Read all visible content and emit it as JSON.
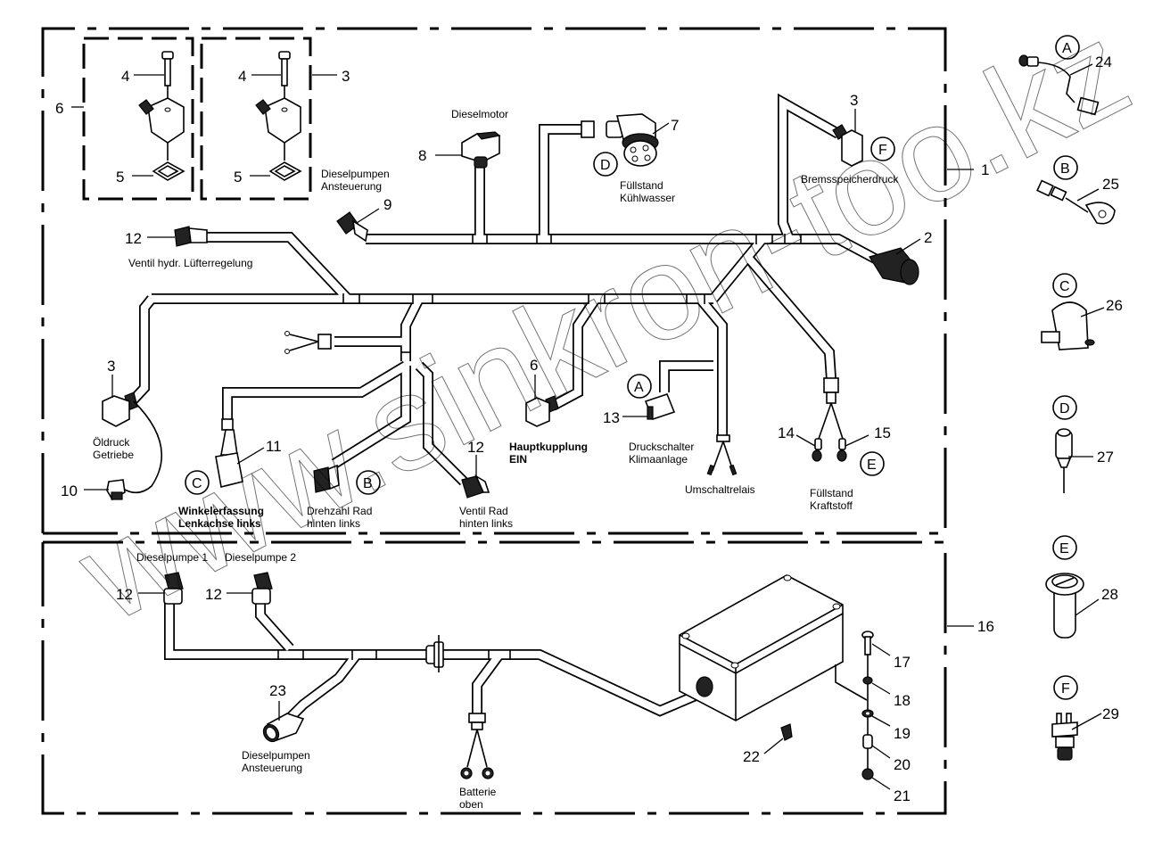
{
  "diagram": {
    "title": "Kabelbaum Dieselmotor",
    "watermark": "www.sinkron-too.kz",
    "groups": {
      "harness_main": "1",
      "harness_lower": "16",
      "valve_set_a": "6",
      "valve_set_b": "3"
    },
    "callouts": [
      {
        "n": "1",
        "label": ""
      },
      {
        "n": "2",
        "label": ""
      },
      {
        "n": "3",
        "label": "Bremsspeicherdruck",
        "ref": "F"
      },
      {
        "n": "3",
        "label": "Öldruck Getriebe"
      },
      {
        "n": "4",
        "label": ""
      },
      {
        "n": "5",
        "label": ""
      },
      {
        "n": "6",
        "label": "Hauptkupplung EIN"
      },
      {
        "n": "7",
        "label": "Füllstand Kühlwasser",
        "ref": "D"
      },
      {
        "n": "8",
        "label": "Dieselmotor"
      },
      {
        "n": "9",
        "label": "Dieselpumpen Ansteuerung"
      },
      {
        "n": "10",
        "label": ""
      },
      {
        "n": "11",
        "label": "Winkelerfassung Lenkachse links",
        "ref": "C"
      },
      {
        "n": "12",
        "label": "Ventil hydr. Lüfterregelung"
      },
      {
        "n": "12",
        "label": "Ventil Rad hinten links"
      },
      {
        "n": "12",
        "label": "Dieselpumpe 1"
      },
      {
        "n": "12",
        "label": "Dieselpumpe 2"
      },
      {
        "n": "13",
        "label": "Druckschalter Klimaanlage",
        "ref": "A"
      },
      {
        "n": "14",
        "label": "Füllstand Kraftstoff",
        "ref": "E"
      },
      {
        "n": "15",
        "label": "Füllstand Kraftstoff",
        "ref": "E"
      },
      {
        "n": "16",
        "label": ""
      },
      {
        "n": "17",
        "label": ""
      },
      {
        "n": "18",
        "label": ""
      },
      {
        "n": "19",
        "label": ""
      },
      {
        "n": "20",
        "label": ""
      },
      {
        "n": "21",
        "label": ""
      },
      {
        "n": "22",
        "label": ""
      },
      {
        "n": "23",
        "label": "Dieselpumpen Ansteuerung"
      },
      {
        "n": "24",
        "ref": "A"
      },
      {
        "n": "25",
        "ref": "B"
      },
      {
        "n": "26",
        "ref": "C"
      },
      {
        "n": "27",
        "ref": "D"
      },
      {
        "n": "28",
        "ref": "E"
      },
      {
        "n": "29",
        "ref": "F"
      }
    ],
    "labels": {
      "dieselmotor": "Dieselmotor",
      "dp_ansteuerung_1": "Dieselpumpen",
      "dp_ansteuerung_2": "Ansteuerung",
      "fuellstand": "Füllstand",
      "kuehlwasser": "Kühlwasser",
      "bremsspeicherdruck": "Bremsspeicherdruck",
      "ventil_luefter": "Ventil hydr. Lüfterregelung",
      "oeldruck": "Öldruck",
      "getriebe": "Getriebe",
      "winkel_1": "Winkelerfassung",
      "winkel_2": "Lenkachse links",
      "drehzahl_1": "Drehzahl Rad",
      "drehzahl_2": "hinten links",
      "ventil_rad_1": "Ventil Rad",
      "ventil_rad_2": "hinten links",
      "hauptkupplung_1": "Hauptkupplung",
      "hauptkupplung_2": "EIN",
      "druckschalter_1": "Druckschalter",
      "druckschalter_2": "Klimaanlage",
      "umschaltrelais": "Umschaltrelais",
      "kraftstoff": "Kraftstoff",
      "dieselpumpe1": "Dieselpumpe 1",
      "dieselpumpe2": "Dieselpumpe 2",
      "batterie": "Batterie",
      "oben": "oben"
    },
    "numbers": {
      "n1": "1",
      "n2": "2",
      "n3": "3",
      "n4": "4",
      "n5": "5",
      "n6": "6",
      "n7": "7",
      "n8": "8",
      "n9": "9",
      "n10": "10",
      "n11": "11",
      "n12": "12",
      "n13": "13",
      "n14": "14",
      "n15": "15",
      "n16": "16",
      "n17": "17",
      "n18": "18",
      "n19": "19",
      "n20": "20",
      "n21": "21",
      "n22": "22",
      "n23": "23",
      "n24": "24",
      "n25": "25",
      "n26": "26",
      "n27": "27",
      "n28": "28",
      "n29": "29"
    },
    "refs": {
      "A": "A",
      "B": "B",
      "C": "C",
      "D": "D",
      "E": "E",
      "F": "F"
    }
  }
}
